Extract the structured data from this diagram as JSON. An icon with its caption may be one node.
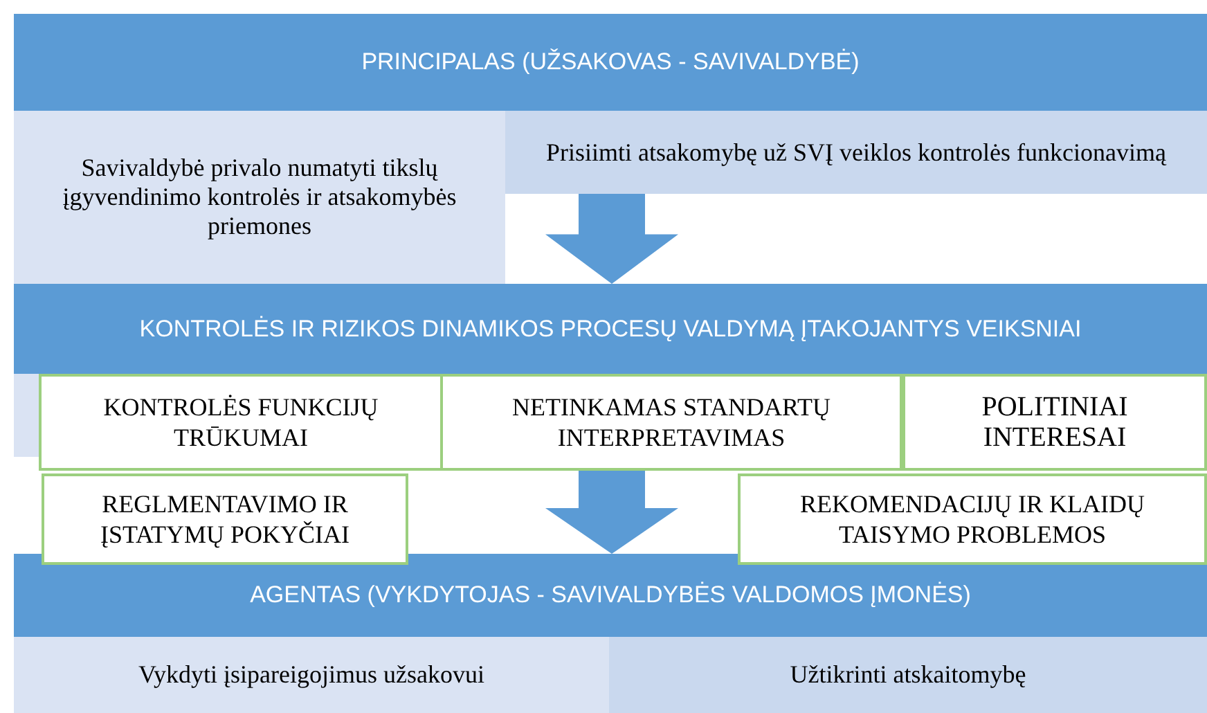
{
  "diagram": {
    "nodes": [
      {
        "text": [
          "PRINCIPALAS (UŽSAKOVAS - SAVIVALDYBĖ)"
        ]
      },
      {
        "text": [
          "Savivaldybė privalo numatyti tikslų įgyvendinimo kontrolės ir atsakomybės priemones"
        ]
      },
      {
        "text": [
          "Prisiimti atsakomybę už SVĮ veiklos kontrolės funkcionavimą"
        ]
      },
      {
        "text": [
          "KONTROLĖS IR RIZIKOS DINAMIKOS PROCESŲ VALDYMĄ ĮTAKOJANTYS VEIKSNIAI"
        ]
      },
      {
        "text": [
          "KONTROLĖS FUNKCIJŲ TRŪKUMAI"
        ]
      },
      {
        "text": [
          "NETINKAMAS STANDARTŲ INTERPRETAVIMAS"
        ]
      },
      {
        "text": [
          "POLITINIAI INTERESAI"
        ]
      },
      {
        "text": [
          "REGLMENTAVIMO IR ĮSTATYMŲ POKYČIAI"
        ]
      },
      {
        "text": [
          "REKOMENDACIJŲ IR KLAIDŲ TAISYMO PROBLEMOS"
        ]
      },
      {
        "text": [
          "AGENTAS (VYKDYTOJAS - SAVIVALDYBĖS VALDOMOS ĮMONĖS)"
        ]
      },
      {
        "text": [
          "Vykdyti įsipareigojimus užsakovui"
        ]
      },
      {
        "text": [
          "Užtikrinti atskaitomybę"
        ]
      }
    ],
    "edges": [
      {
        "from": 2,
        "to": 3,
        "arrow": "to"
      },
      {
        "from": 3,
        "to": 9,
        "arrow": "to"
      }
    ]
  }
}
